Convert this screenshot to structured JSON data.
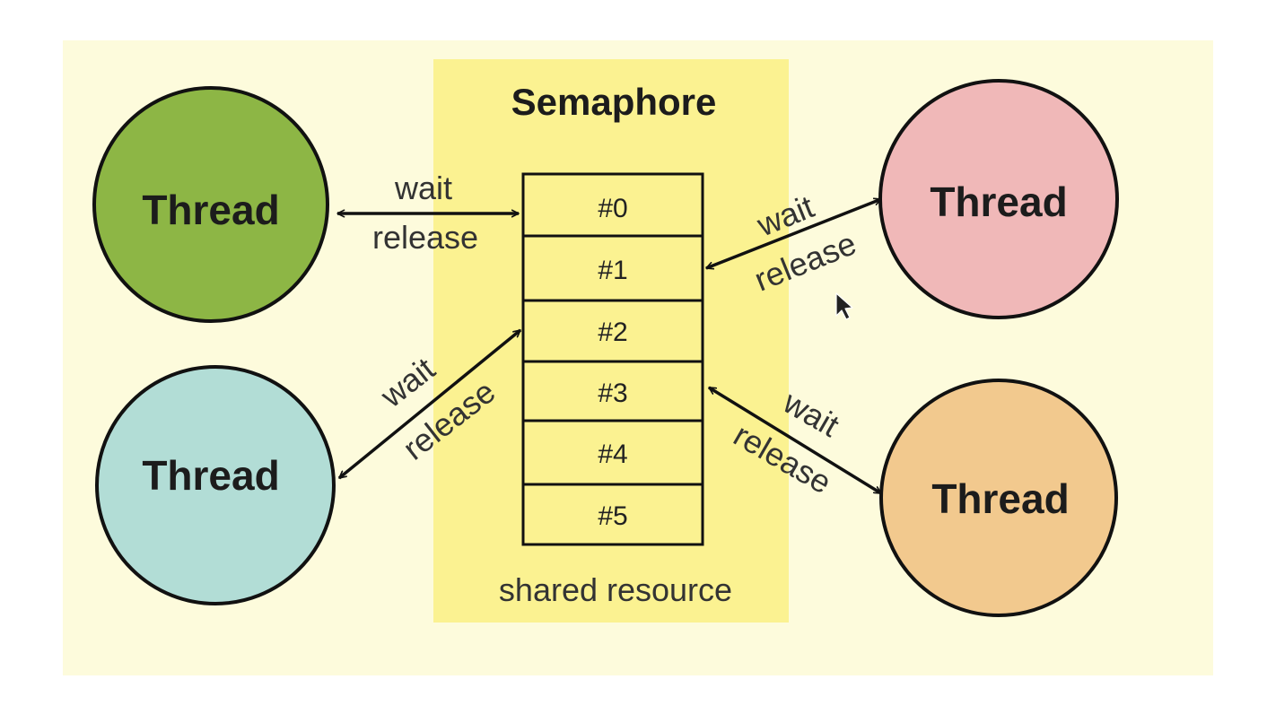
{
  "semaphore": {
    "title": "Semaphore",
    "caption": "shared resource",
    "slots": [
      "#0",
      "#1",
      "#2",
      "#3",
      "#4",
      "#5"
    ]
  },
  "threads": [
    {
      "label": "Thread",
      "color": "#8db645"
    },
    {
      "label": "Thread",
      "color": "#b2ddd6"
    },
    {
      "label": "Thread",
      "color": "#f0b8b8"
    },
    {
      "label": "Thread",
      "color": "#f2c98e"
    }
  ],
  "links": [
    {
      "wait": "wait",
      "release": "release"
    },
    {
      "wait": "wait",
      "release": "release"
    },
    {
      "wait": "wait",
      "release": "release"
    },
    {
      "wait": "wait",
      "release": "release"
    }
  ],
  "colors": {
    "canvas": "#fdfbdc",
    "semaphore_panel": "#fbf291",
    "slot_fill": "#fbf291",
    "stroke": "#111111"
  },
  "icons": {
    "pointer": "mouse-pointer-icon"
  }
}
